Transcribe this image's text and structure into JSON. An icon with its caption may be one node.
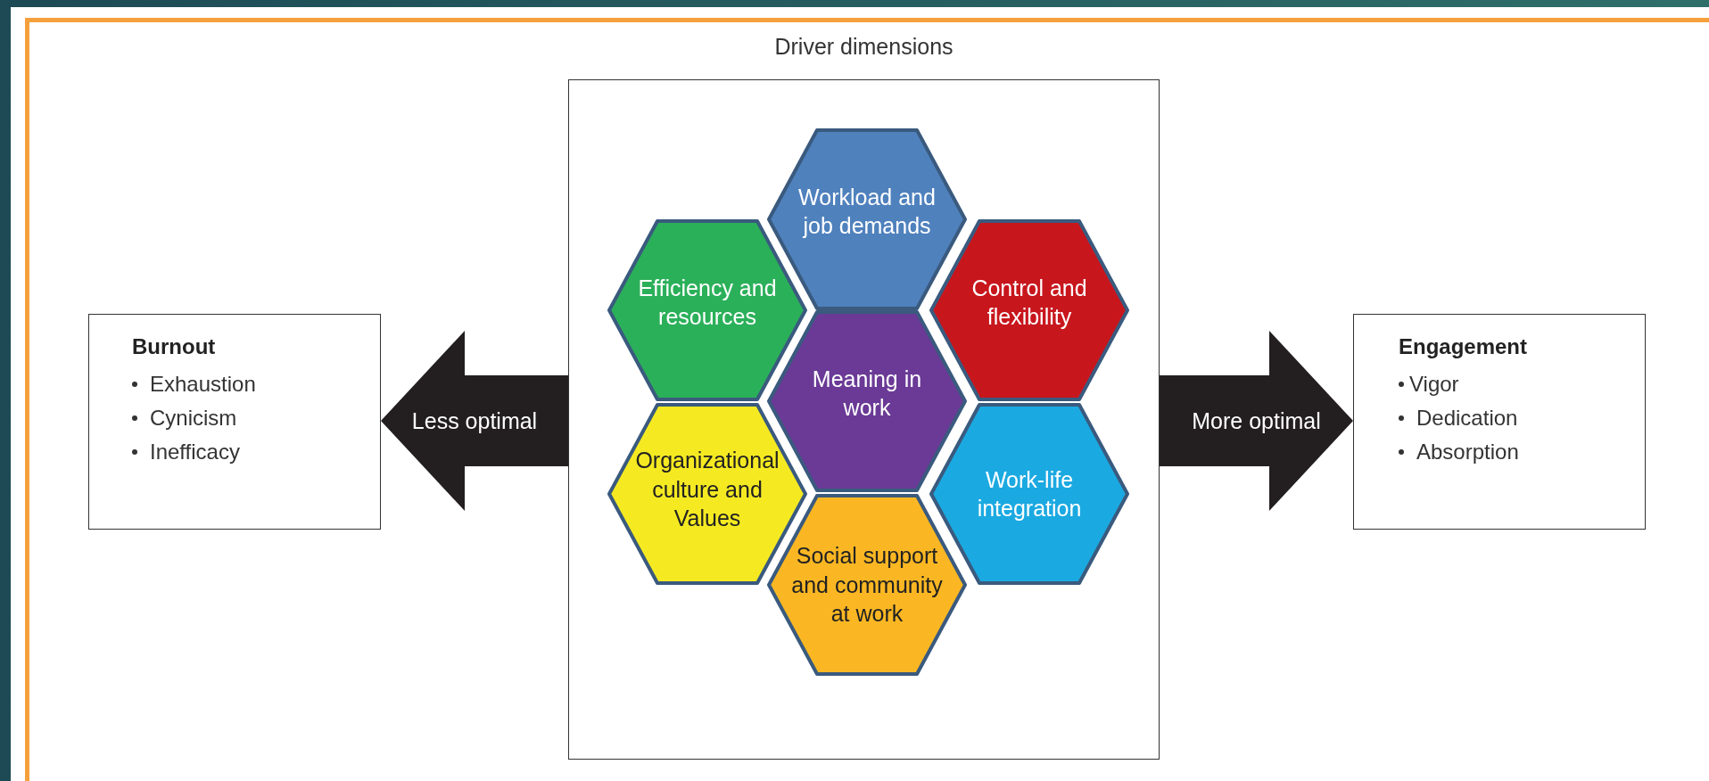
{
  "diagram": {
    "nodes": [
      {
        "text": [
          "Burnout",
          "Exhaustion",
          "Cynicism",
          "Inefficacy"
        ]
      },
      {
        "text": [
          "Driver dimensions"
        ]
      },
      {
        "text": [
          "Workload and job demands"
        ],
        "in": 1
      },
      {
        "text": [
          "Efficiency and resources"
        ],
        "in": 1
      },
      {
        "text": [
          "Control and flexibility"
        ],
        "in": 1
      },
      {
        "text": [
          "Meaning in work"
        ],
        "in": 1
      },
      {
        "text": [
          "Organizational culture and Values"
        ],
        "in": 1
      },
      {
        "text": [
          "Work-life integration"
        ],
        "in": 1
      },
      {
        "text": [
          "Social support and community at work"
        ],
        "in": 1
      },
      {
        "text": [
          "Engagement",
          "Vigor",
          "Dedication",
          "Absorption"
        ]
      }
    ],
    "edges": [
      {
        "from": 1,
        "to": 0,
        "arrow": "to",
        "label": "Less optimal",
        "style": "thick"
      },
      {
        "from": 1,
        "to": 9,
        "arrow": "to",
        "label": "More optimal",
        "style": "thick"
      }
    ]
  }
}
